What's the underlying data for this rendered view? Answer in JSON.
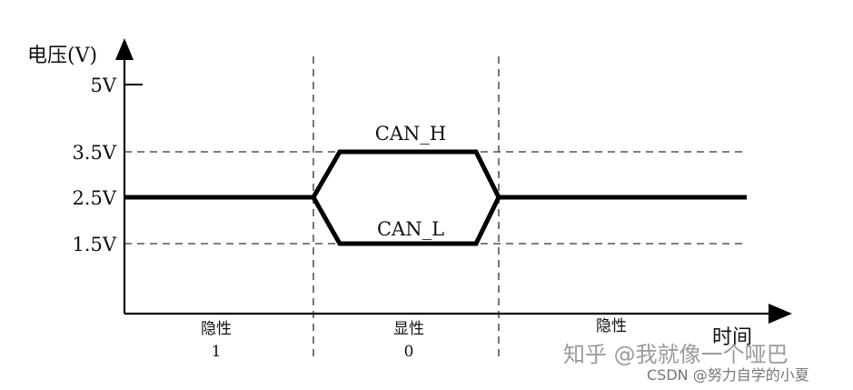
{
  "diagram": {
    "y_axis_label": "电压(V)",
    "x_axis_label": "时间",
    "y_ticks": [
      {
        "label": "5V",
        "value": 5
      },
      {
        "label": "3.5V",
        "value": 3.5
      },
      {
        "label": "2.5V",
        "value": 2.5
      },
      {
        "label": "1.5V",
        "value": 1.5
      }
    ],
    "signals": {
      "can_h_label": "CAN_H",
      "can_l_label": "CAN_L",
      "recessive_level": 2.5,
      "can_h_dominant_level": 3.5,
      "can_l_dominant_level": 1.5
    },
    "regions": [
      {
        "state": "隐性",
        "bit": "1"
      },
      {
        "state": "显性",
        "bit": "0"
      },
      {
        "state": "隐性",
        "bit": ""
      }
    ]
  },
  "watermarks": {
    "zhihu": "知乎 @我就像一个哑巴",
    "csdn": "CSDN @努力自学的小夏"
  },
  "colors": {
    "signal": "#000000",
    "axis": "#000000",
    "dashed_guides": "#555555"
  }
}
